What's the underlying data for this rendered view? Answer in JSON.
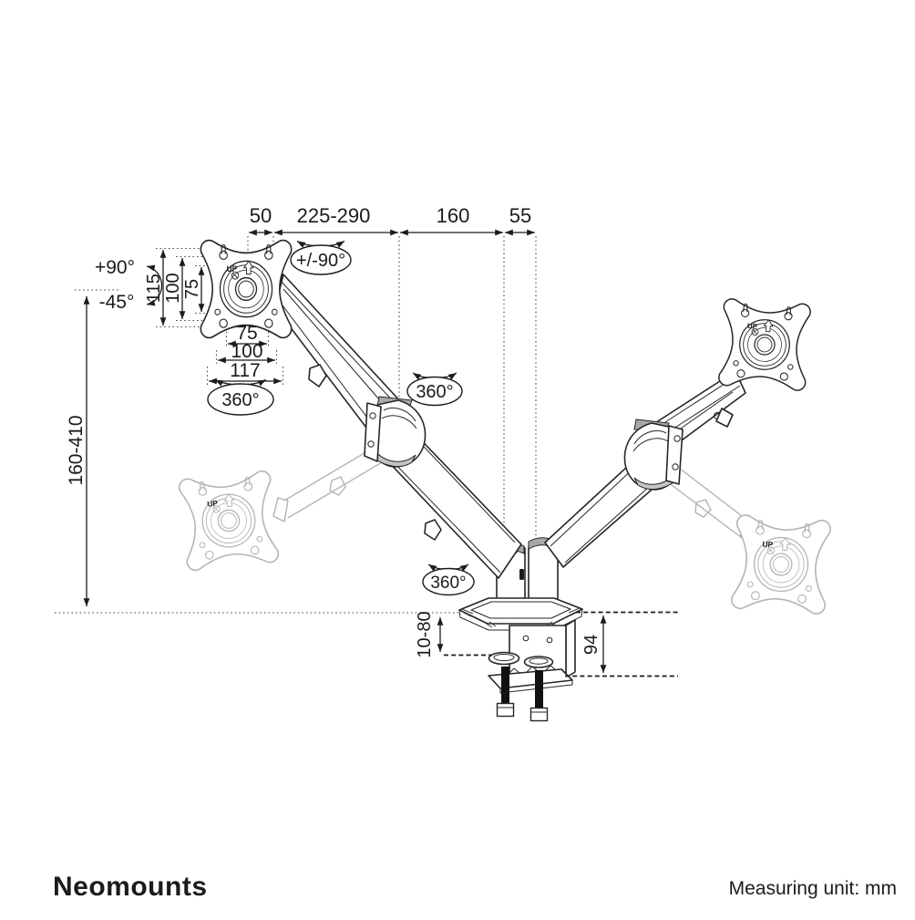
{
  "brand": {
    "logo_text": "Neomounts"
  },
  "footer": {
    "measuring_unit": "Measuring unit: mm"
  },
  "plate": {
    "up_label": "UP"
  },
  "dims": {
    "top": [
      "50",
      "225-290",
      "160",
      "55"
    ],
    "vesa_vertical": [
      "115",
      "100",
      "75"
    ],
    "vesa_horizontal": [
      "75",
      "100",
      "117"
    ],
    "height_range": "160-410",
    "tilt_up": "+90°",
    "tilt_down": "-45°",
    "swivel": "+/-90°",
    "rotation_plate": "360°",
    "rotation_arm": "360°",
    "rotation_base": "360°",
    "clamp_thickness": "10-80",
    "base_height": "94"
  },
  "colors": {
    "line": "#262626",
    "ghost": "#b4b4b4",
    "logo_gray": "#8d8d8d",
    "background": "#ffffff"
  }
}
